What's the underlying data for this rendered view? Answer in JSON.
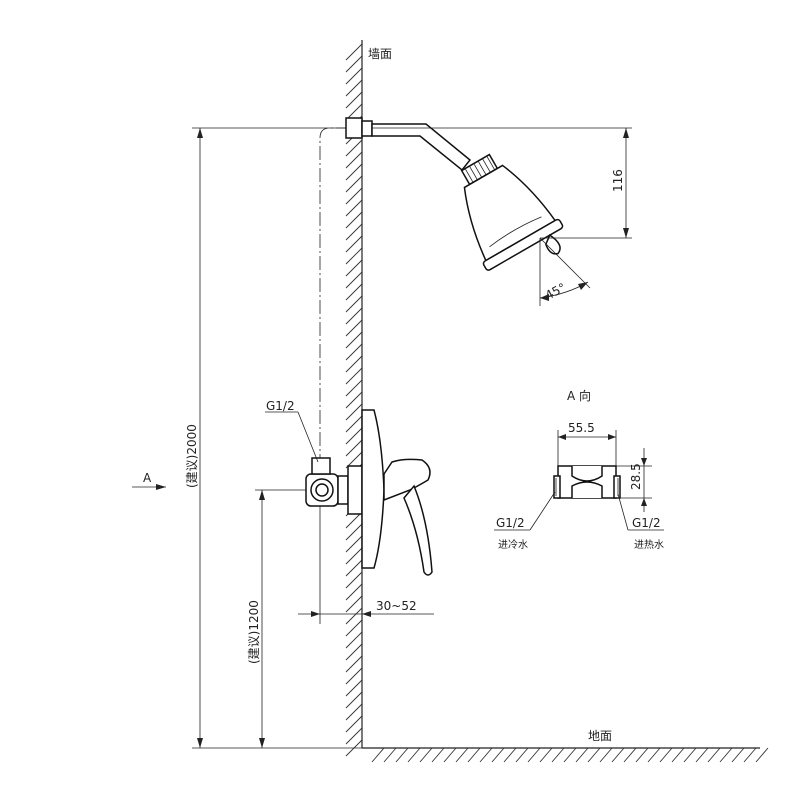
{
  "labels": {
    "wall": "墙面",
    "floor": "地面",
    "view_a": "A",
    "view_a_title": "A 向",
    "dim_height_total": "(建议)2000",
    "dim_height_valve": "(建议)1200",
    "dim_116": "116",
    "angle": "45°",
    "thread_main": "G1/2",
    "wall_depth": "30~52",
    "dim_55_5": "55.5",
    "dim_28_5": "28.5",
    "thread_cold": "G1/2",
    "cold_inlet": "进冷水",
    "thread_hot": "G1/2",
    "hot_inlet": "进热水"
  }
}
